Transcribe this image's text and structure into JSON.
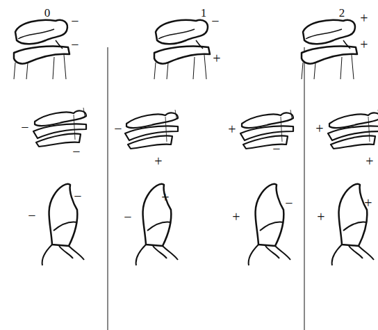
{
  "diagram": {
    "labels": [
      "0",
      "1",
      "2",
      "−",
      "−",
      "−",
      "−",
      "−",
      "−",
      "−",
      "+",
      "−",
      "+",
      "+",
      "−",
      "−",
      "+",
      "+",
      "−",
      "+",
      "+",
      "+",
      "+",
      "+",
      "+"
    ]
  }
}
